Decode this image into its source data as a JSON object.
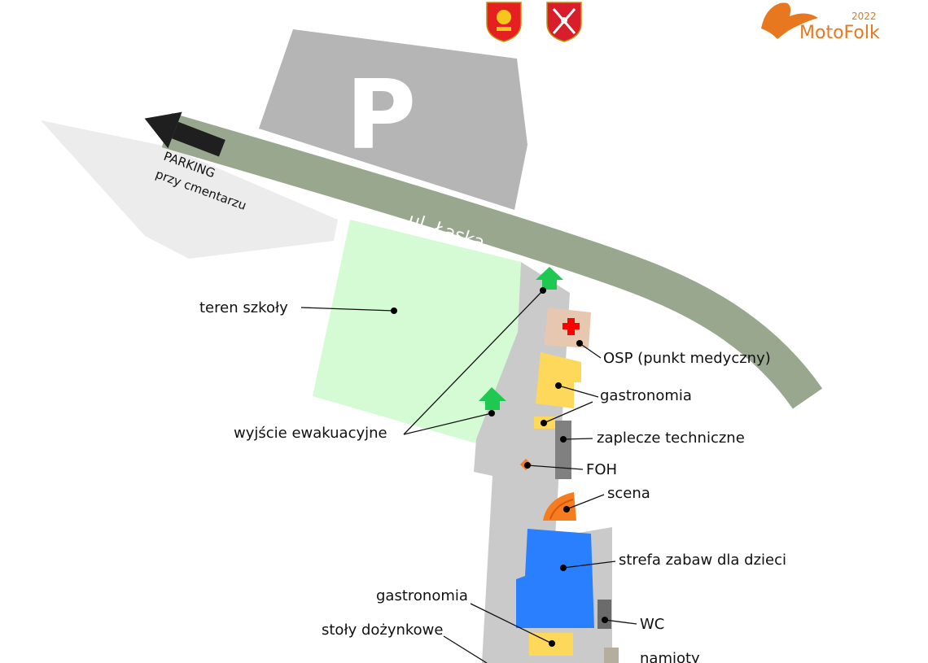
{
  "event": {
    "name": "MotoFolk",
    "year": "2022"
  },
  "parking": {
    "letter": "P",
    "side_label_1": "PARKING",
    "side_label_2": "przy cmentarzu"
  },
  "road": {
    "name": "ul. Łaska"
  },
  "labels": {
    "school": "teren szkoły",
    "medical": "OSP (punkt medyczny)",
    "food_top": "gastronomia",
    "tech": "zaplecze techniczne",
    "foh": "FOH",
    "stage": "scena",
    "kids": "strefa zabaw dla dzieci",
    "food_bottom": "gastronomia",
    "tables": "stoły dożynkowe",
    "wc": "WC",
    "tents": "namioty",
    "exit": "wyjście ewakuacyjne"
  },
  "icons": [
    "coat-of-arms-1",
    "coat-of-arms-2",
    "motofolk-logo",
    "arrow-left-icon",
    "medical-cross-icon",
    "exit-arrow-icon"
  ],
  "colors": {
    "road": "#9aa78f",
    "parking": "#b5b5b5",
    "parking_side": "#ececec",
    "school": "#d4fbd4",
    "venue": "#cacaca",
    "food": "#fdd85a",
    "stage": "#f57c1f",
    "kids": "#2a7fff",
    "tech": "#808080",
    "medical_bg": "#e7c7b0",
    "medical_cross": "#ff0000",
    "exit": "#1ec851",
    "brand": "#e8781f"
  }
}
